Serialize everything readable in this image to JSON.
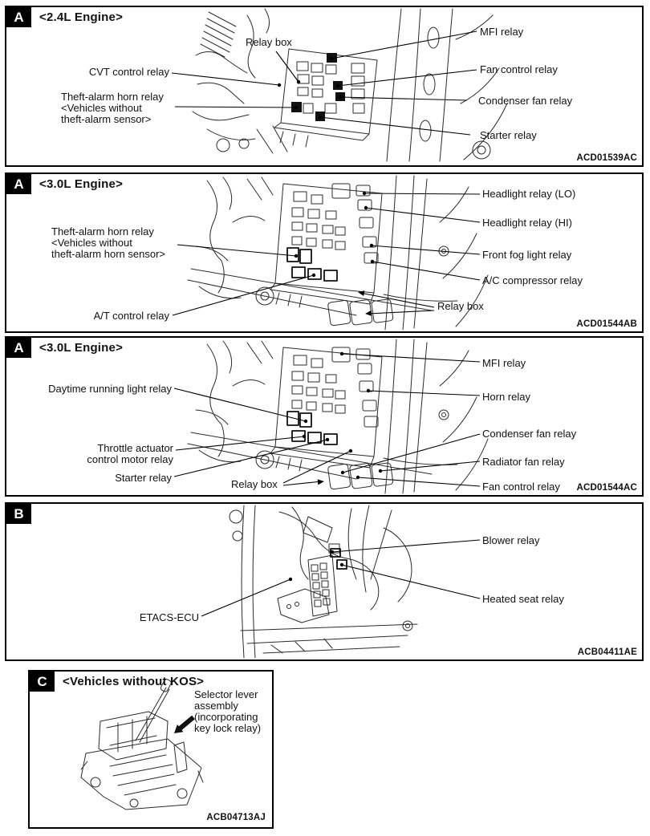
{
  "colors": {
    "ink": "#000000",
    "paper": "#ffffff"
  },
  "panels": [
    {
      "badge": "A",
      "title": "<2.4L Engine>",
      "code": "ACD01539AC",
      "labels": {
        "relay_box": "Relay box",
        "cvt": "CVT control relay",
        "theft": [
          "Theft-alarm horn relay",
          "<Vehicles without",
          "theft-alarm sensor>"
        ],
        "mfi": "MFI relay",
        "fan_control": "Fan control relay",
        "condenser": "Condenser fan relay",
        "starter": "Starter relay"
      }
    },
    {
      "badge": "A",
      "title": "<3.0L Engine>",
      "code": "ACD01544AB",
      "labels": {
        "theft": [
          "Theft-alarm horn relay",
          "<Vehicles without",
          "theft-alarm horn sensor>"
        ],
        "at_control": "A/T control relay",
        "headlight_lo": "Headlight relay (LO)",
        "headlight_hi": "Headlight relay (HI)",
        "front_fog": "Front fog light relay",
        "ac_compressor": "A/C compressor relay",
        "relay_box": "Relay box"
      }
    },
    {
      "badge": "A",
      "title": "<3.0L Engine>",
      "code": "ACD01544AC",
      "labels": {
        "daytime": "Daytime running light relay",
        "throttle": [
          "Throttle actuator",
          "control motor relay"
        ],
        "starter": "Starter relay",
        "relay_box": "Relay box",
        "mfi": "MFI relay",
        "horn": "Horn relay",
        "condenser": "Condenser fan relay",
        "radiator": "Radiator fan relay",
        "fan_control": "Fan control relay"
      }
    },
    {
      "badge": "B",
      "code": "ACB04411AE",
      "labels": {
        "etacs": "ETACS-ECU",
        "blower": "Blower relay",
        "heated_seat": "Heated seat relay"
      }
    },
    {
      "badge": "C",
      "title": "<Vehicles without KOS>",
      "code": "ACB04713AJ",
      "labels": {
        "selector": [
          "Selector lever",
          "assembly",
          "(incorporating",
          "key lock relay)"
        ]
      }
    }
  ]
}
